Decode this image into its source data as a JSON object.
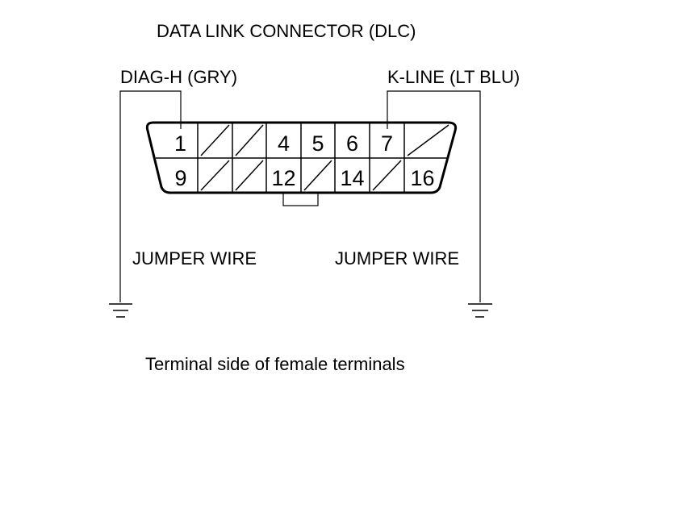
{
  "title": "DATA LINK CONNECTOR (DLC)",
  "left_wire_label": "DIAG-H (GRY)",
  "right_wire_label": "K-LINE (LT BLU)",
  "left_jumper_label": "JUMPER WIRE",
  "right_jumper_label": "JUMPER WIRE",
  "caption": "Terminal side of female terminals",
  "top_row": [
    {
      "label": "1",
      "blank": false
    },
    {
      "label": "",
      "blank": true
    },
    {
      "label": "",
      "blank": true
    },
    {
      "label": "4",
      "blank": false
    },
    {
      "label": "5",
      "blank": false
    },
    {
      "label": "6",
      "blank": false
    },
    {
      "label": "7",
      "blank": false
    },
    {
      "label": "",
      "blank": true
    }
  ],
  "bottom_row": [
    {
      "label": "9",
      "blank": false
    },
    {
      "label": "",
      "blank": true
    },
    {
      "label": "",
      "blank": true
    },
    {
      "label": "12",
      "blank": false
    },
    {
      "label": "",
      "blank": true
    },
    {
      "label": "14",
      "blank": false
    },
    {
      "label": "",
      "blank": true
    },
    {
      "label": "16",
      "blank": false
    }
  ],
  "icons": [
    "ground-symbol-icon",
    "ground-symbol-icon"
  ]
}
